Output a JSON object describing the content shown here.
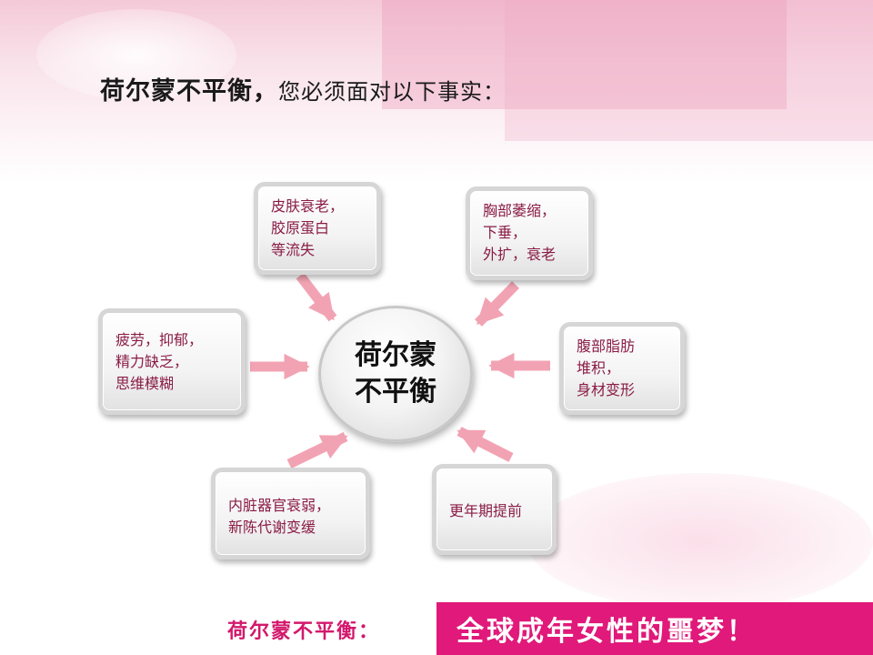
{
  "title": {
    "main": "荷尔蒙不平衡，",
    "rest": "您必须面对以下事实："
  },
  "center": {
    "line1": "荷尔蒙",
    "line2": "不平衡"
  },
  "boxes": {
    "skin": [
      "皮肤衰老，",
      "胶原蛋白",
      "等流失"
    ],
    "breast": [
      "胸部萎缩，",
      "下垂，",
      "外扩，衰老"
    ],
    "fatigue": [
      "疲劳，抑郁，",
      "精力缺乏，",
      "思维模糊"
    ],
    "abdomen": [
      "腹部脂肪",
      "堆积，",
      "身材变形"
    ],
    "organs": [
      "内脏器官衰弱，",
      "新陈代谢变缓"
    ],
    "menopause": [
      "更年期提前"
    ]
  },
  "footer": {
    "left": "荷尔蒙不平衡：",
    "banner": "全球成年女性的噩梦！"
  },
  "colors": {
    "arrow": "#f2a3b3",
    "accent": "#e0197a",
    "box_text": "#8a1c45"
  }
}
